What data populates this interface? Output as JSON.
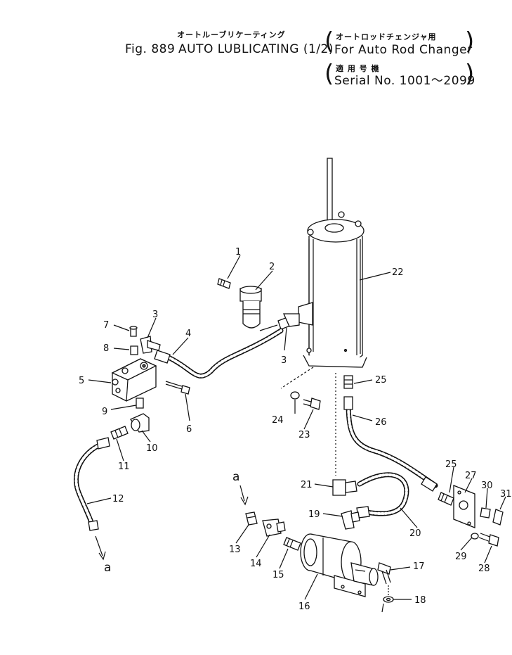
{
  "header": {
    "title_jp": "オートルーブリケーティング",
    "fig_label": "Fig. 889",
    "title_en": "AUTO LUBLICATING (1/2)",
    "note1_jp": "オートロッドチェンジャ用",
    "note1_en": "For Auto Rod Changer",
    "note2_jp": "適 用 号 機",
    "note2_en": "Serial No. 1001～2099"
  },
  "callouts": [
    "1",
    "2",
    "3",
    "3",
    "4",
    "5",
    "6",
    "7",
    "8",
    "9",
    "10",
    "11",
    "12",
    "13",
    "14",
    "15",
    "16",
    "17",
    "18",
    "19",
    "20",
    "21",
    "22",
    "23",
    "24",
    "25",
    "25",
    "26",
    "27",
    "28",
    "29",
    "30",
    "31"
  ],
  "connectors": [
    "a",
    "a"
  ]
}
